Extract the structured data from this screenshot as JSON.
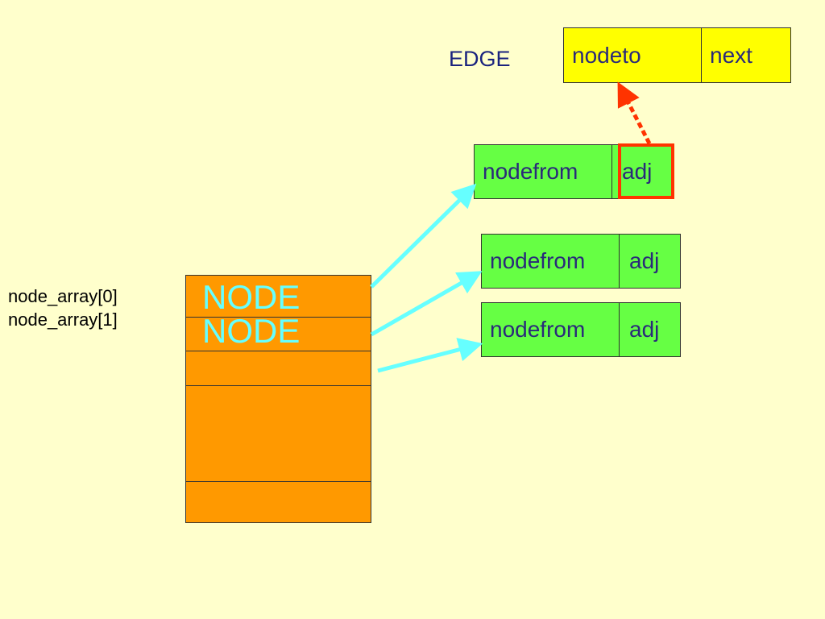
{
  "edge_title": "EDGE",
  "edge_struct": {
    "field1": "nodeto",
    "field2": "next"
  },
  "edges": [
    {
      "field1": "nodefrom",
      "field2": "adj",
      "highlighted": true
    },
    {
      "field1": "nodefrom",
      "field2": "adj"
    },
    {
      "field1": "nodefrom",
      "field2": "adj"
    }
  ],
  "array_labels": [
    "node_array[0]",
    "node_array[1]"
  ],
  "array_cells": [
    "NODE",
    "NODE",
    "",
    "",
    ""
  ],
  "colors": {
    "background": "#FFFFCC",
    "edge_struct": "#FFFF00",
    "edge_box": "#66FF44",
    "array": "#FF9900",
    "node_text": "#66FFFF",
    "pointer_arrow": "#66FFFF",
    "highlight": "#FF3300"
  }
}
